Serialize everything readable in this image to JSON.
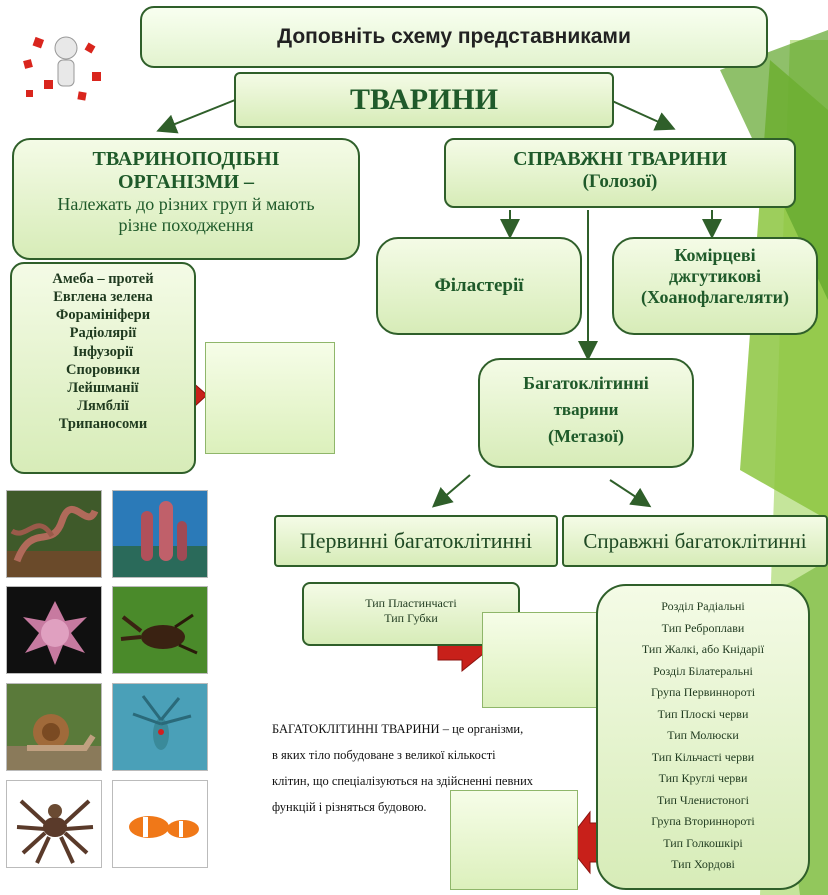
{
  "title": "Доповніть схему представниками",
  "root": "ТВАРИНИ",
  "animal_like": {
    "heading_1": "ТВАРИНОПОДІБНІ",
    "heading_2": "ОРГАНІЗМИ –",
    "desc_1": "Належать до різних груп й мають",
    "desc_2": "різне походження",
    "list": [
      "Амеба – протей",
      "Евглена зелена",
      "Форамініфери",
      "Радіолярії",
      "Інфузорії",
      "Споровики",
      "Лейшманії",
      "Лямблії",
      "Трипаносоми"
    ]
  },
  "true_animals": {
    "title": "СПРАВЖНІ  ТВАРИНИ",
    "subtitle": "(Голозої)"
  },
  "filasteria": "Філастерії",
  "choanoflagellates": {
    "line1": "Комірцеві",
    "line2": "джгутикові",
    "line3": "(Хоанофлагеляти)"
  },
  "metazoa": {
    "line1": "Багатоклітинні",
    "line2": "тварини",
    "line3": "(Метазої)"
  },
  "primary_multicellular": {
    "title": "Первинні багатоклітинні",
    "list": [
      "Тип Пластинчасті",
      "Тип Губки"
    ]
  },
  "true_multicellular": {
    "title": "Справжні багатоклітинні",
    "list": [
      "Розділ Радіальні",
      "Тип Реброплави",
      "Тип Жалкі, або Кнідарії",
      "Розділ Білатеральні",
      "Група Первинноротi",
      "Тип Плоскі черви",
      "Тип Молюски",
      "Тип Кільчасті черви",
      "Тип Круглі черви",
      "Тип Членистоногі",
      "Група Вториннороті",
      "Тип Голкошкірі",
      "Тип Хордові"
    ]
  },
  "definition": {
    "term": "БАГАТОКЛІТИННІ ТВАРИНИ",
    "lines": [
      " – це організми,",
      "в яких тіло побудоване з великої кількості",
      "клітин, що спеціалізуються на здійсненні певних",
      "функцій і різняться будовою."
    ]
  },
  "colors": {
    "box_border": "#2f5f2a",
    "arrow_red": "#c8201a",
    "accent_green": "#7ab830"
  }
}
